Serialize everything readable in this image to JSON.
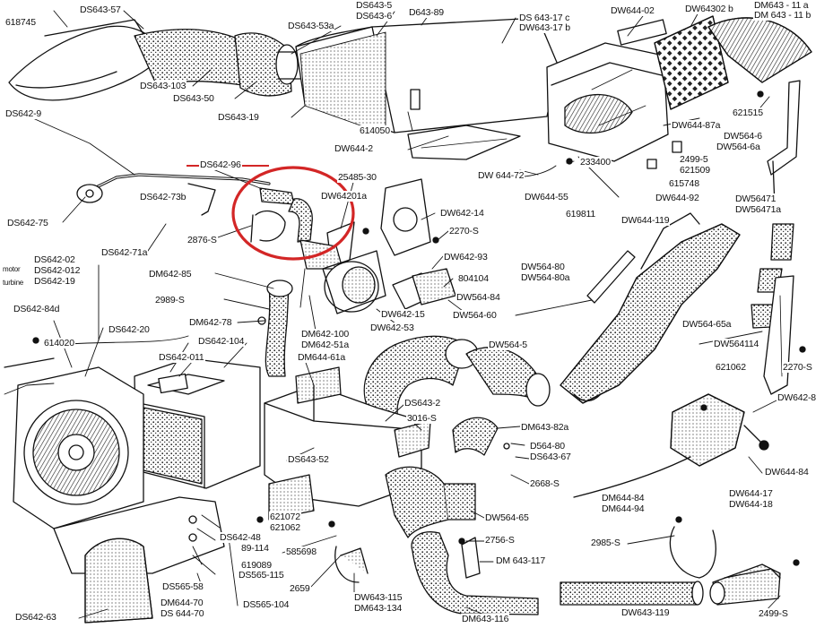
{
  "labels": {
    "l_618745": "618745",
    "l_ds643_57": "DS643-57",
    "l_ds643_103": "DS643-103",
    "l_ds643_50": "DS643-50",
    "l_ds643_19": "DS643-19",
    "l_ds643_53a": "DS643-53a",
    "l_ds643_5": "DS643-5",
    "l_ds643_6": "DS643-6",
    "l_d643_89": "D643-89",
    "l_ds643_17c": "DS 643-17 c",
    "l_dw643_17b": "DW643-17 b",
    "l_dw644_02": "DW644-02",
    "l_dw64302b": "DW64302 b",
    "l_dm643_11a": "DM643 - 11 a",
    "l_dm643_11b": "DM 643 - 11 b",
    "l_621515": "621515",
    "l_dw644_87a": "DW644-87a",
    "l_dw564_6": "DW564-6",
    "l_dw564_6a": "DW564-6a",
    "l_614050": "614050",
    "l_dw644_2": "DW644-2",
    "l_233400": "233400",
    "l_dw644_72": "DW 644-72",
    "l_2499_5a": "2499-5",
    "l_621509": "621509",
    "l_615748": "615748",
    "l_ds642_9": "DS642-9",
    "l_ds642_96": "DS642-96",
    "l_25485_30": "25485-30",
    "l_dw644_55": "DW644-55",
    "l_dw644_92": "DW644-92",
    "l_dw56471": "DW56471",
    "l_dw56471a": "DW56471a",
    "l_ds642_73b": "DS642-73b",
    "l_dw64201a": "DW64201a",
    "l_dw642_14": "DW642-14",
    "l_619811": "619811",
    "l_dw644_119": "DW644-119",
    "l_ds642_75": "DS642-75",
    "l_2876_5": "2876-S",
    "l_2270_5a": "2270-S",
    "l_ds642_71a": "DS642-71a",
    "l_dw642_93": "DW642-93",
    "l_ds642_02": "DS642-02",
    "l_motor": "motor",
    "l_ds642_012": "DS642-012",
    "l_turbine": "turbine",
    "l_ds642_19": "DS642-19",
    "l_dm642_85": "DM642-85",
    "l_804104": "804104",
    "l_dw564_80": "DW564-80",
    "l_dw564_80a": "DW564-80a",
    "l_2989_5": "2989-S",
    "l_dw564_84": "DW564-84",
    "l_ds642_84d": "DS642-84d",
    "l_dw642_15": "DW642-15",
    "l_dw564_60": "DW564-60",
    "l_dm642_78": "DM642-78",
    "l_dm642_100": "DM642-100",
    "l_dw642_53": "DW642-53",
    "l_dw564_65a": "DW564-65a",
    "l_614020": "614020",
    "l_ds642_20": "DS642-20",
    "l_ds642_104": "DS642-104",
    "l_dm642_51a": "DM642-51a",
    "l_dw564_5": "DW564-5",
    "l_dw564114": "DW564114",
    "l_ds642_011": "DS642-011",
    "l_dm644_61a": "DM644-61a",
    "l_621062a": "621062",
    "l_2270_5b": "2270-S",
    "l_dw642_8": "DW642-8",
    "l_ds643_2": "DS643-2",
    "l_3016_5": "3016-S",
    "l_dm643_82a": "DM643-82a",
    "l_d564_80": "D564-80",
    "l_ds643_67": "DS643-67",
    "l_ds643_52": "DS643-52",
    "l_dw644_84": "DW644-84",
    "l_2668_5": "2668-S",
    "l_dm644_84": "DM644-84",
    "l_dm644_94": "DM644-94",
    "l_dw644_17": "DW644-17",
    "l_dw644_18": "DW644-18",
    "l_dw564_65": "DW564-65",
    "l_621072": "621072",
    "l_621062b": "621062",
    "l_ds642_48": "DS642-48",
    "l_89114": "89-114",
    "l_585698": "585698",
    "l_2756_5": "2756-S",
    "l_2985_5": "2985-S",
    "l_dm643_117": "DM 643-117",
    "l_619089": "619089",
    "l_ds565_115": "DS565-115",
    "l_ds565_58": "DS565-58",
    "l_2659": "2659",
    "l_dw643_115": "DW643-115",
    "l_dm643_134": "DM643-134",
    "l_dm644_70": "DM644-70",
    "l_ds644_70": "DS 644-70",
    "l_ds565_104": "DS565-104",
    "l_dm643_116": "DM643-116",
    "l_dw643_119": "DW643-119",
    "l_2499_5b": "2499-S",
    "l_ds642_63": "DS642-63"
  },
  "colors": {
    "ink": "#111111",
    "paper": "#ffffff",
    "highlight": "#d32626"
  }
}
